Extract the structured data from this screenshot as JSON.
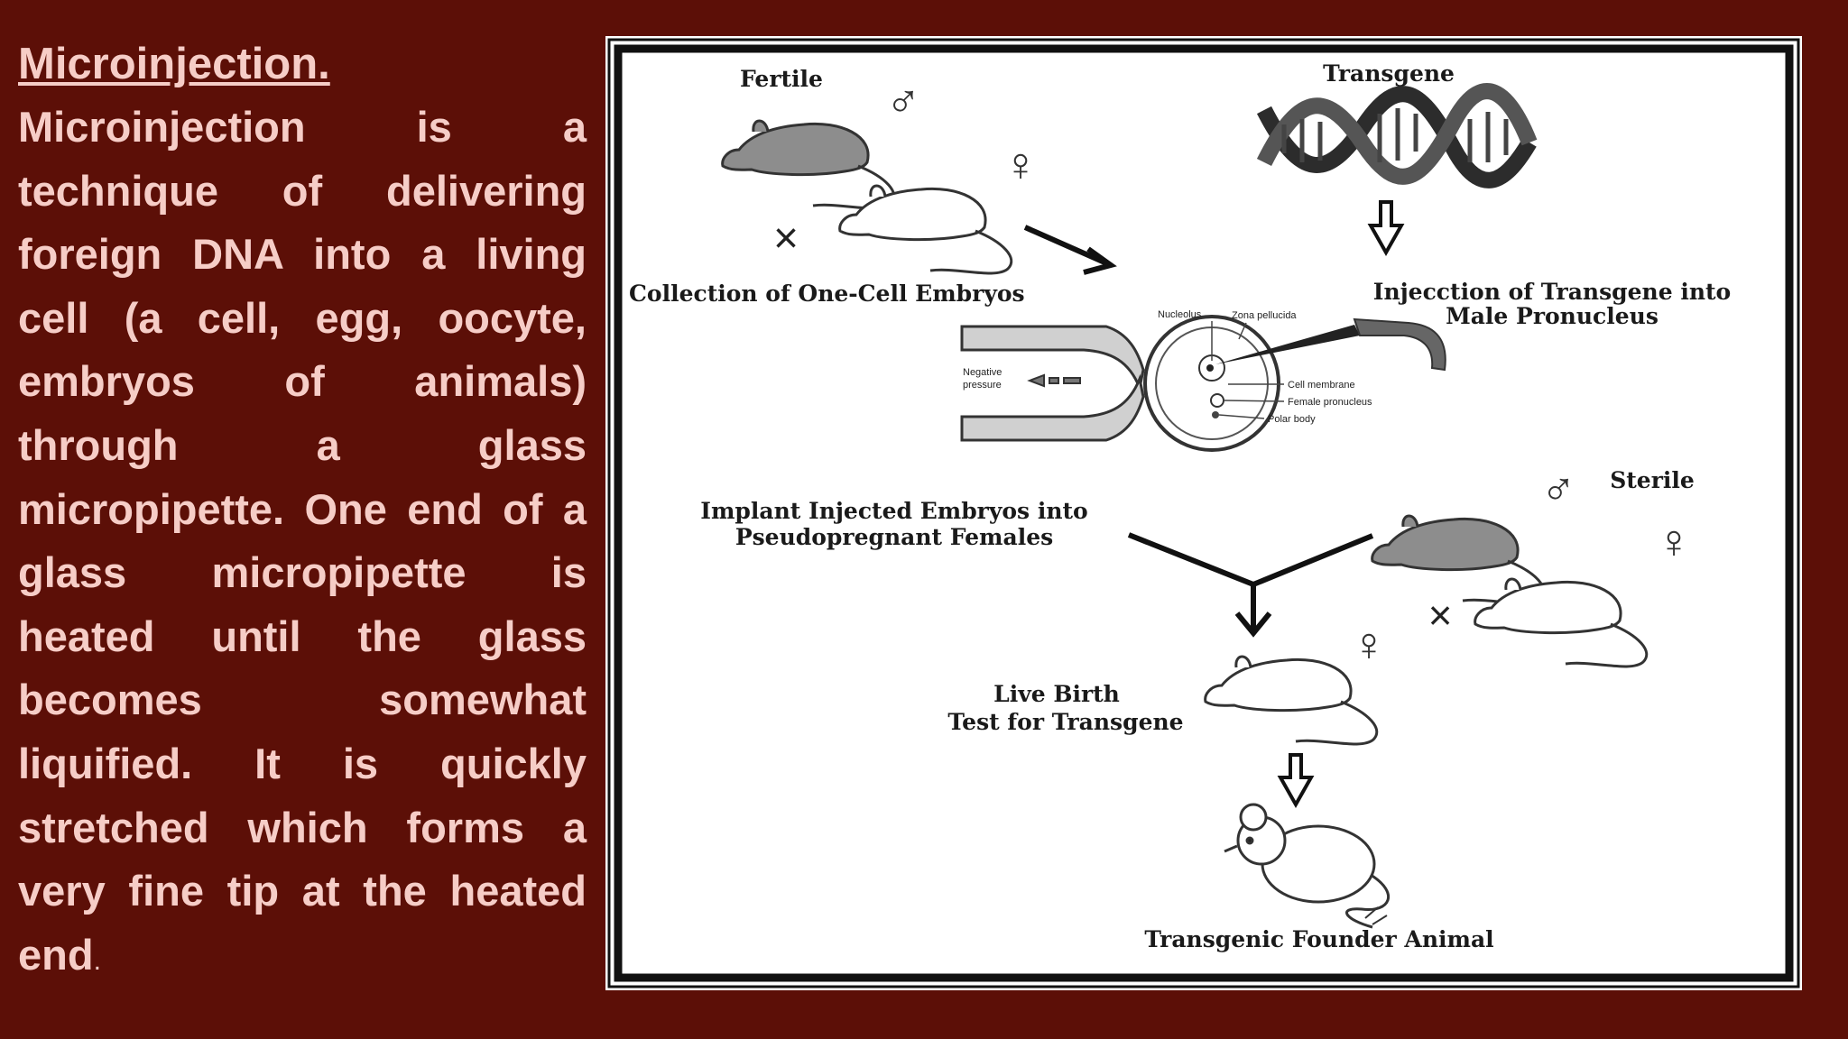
{
  "slide": {
    "heading": "Microinjection.",
    "paragraph": "Microinjection is a technique of delivering foreign DNA into a living cell (a cell, egg, oocyte, embryos of animals) through a glass micropipette. One end of a glass micropipette is heated until the glass becomes somewhat liquified. It is quickly stretched which forms a very fine tip at the heated end",
    "paragraph_end": "."
  },
  "diagram": {
    "labels": {
      "fertile": "Fertile",
      "transgene": "Transgene",
      "collection": "Collection of One-Cell Embryos",
      "injection_1": "Injecction of Transgene into",
      "injection_2": "Male Pronucleus",
      "sterile": "Sterile",
      "implant_1": "Implant Injected Embryos into",
      "implant_2": "Pseudopregnant Females",
      "birth_1": "Live Birth",
      "birth_2": "Test for Transgene",
      "founder": "Transgenic Founder Animal"
    },
    "embryo_labels": {
      "nucleolus": "Nucleolus",
      "zona": "Zona pellucida",
      "negative_1": "Negative",
      "negative_2": "pressure",
      "membrane": "Cell membrane",
      "female_pronucleus": "Female pronucleus",
      "polar_body": "Polar body"
    },
    "symbols": {
      "male": "♂",
      "female": "♀",
      "cross": "×"
    }
  },
  "colors": {
    "background": "#5c0f07",
    "text": "#f6cdc7",
    "figure_border": "#111111"
  }
}
